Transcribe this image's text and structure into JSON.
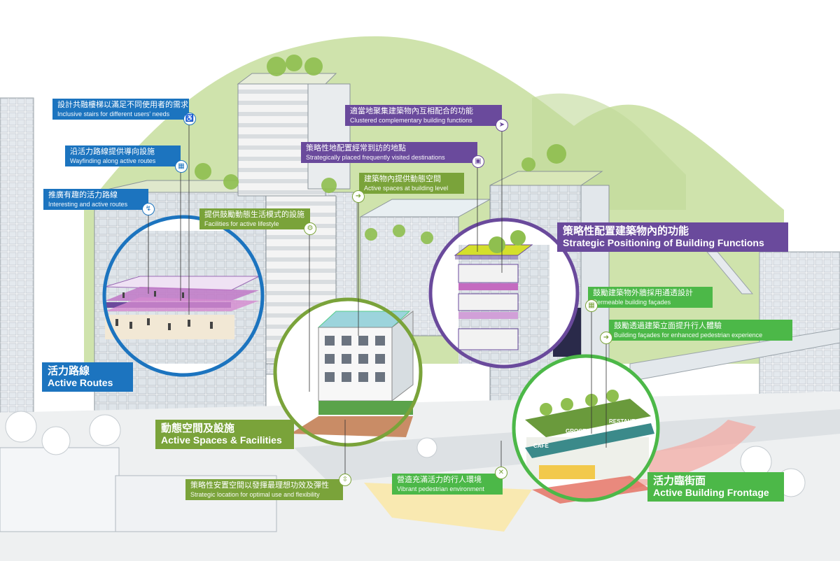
{
  "themes": {
    "active_routes": {
      "zh": "活力路線",
      "en": "Active Routes"
    },
    "active_spaces": {
      "zh": "動態空間及設施",
      "en": "Active Spaces & Facilities"
    },
    "strategic_positioning": {
      "zh": "策略性配置建築物內的功能",
      "en": "Strategic Positioning of Building Functions"
    },
    "active_frontage": {
      "zh": "活力臨街面",
      "en": "Active Building Frontage"
    }
  },
  "labels": {
    "inclusive_stairs": {
      "zh": "設計共融樓梯以滿足不同使用者的需求",
      "en": "Inclusive stairs for different users' needs"
    },
    "wayfinding": {
      "zh": "沿活力路線提供導向設施",
      "en": "Wayfinding along active routes"
    },
    "interesting_routes": {
      "zh": "推廣有趣的活力路線",
      "en": "Interesting and active routes"
    },
    "facilities_lifestyle": {
      "zh": "提供鼓勵動態生活模式的設施",
      "en": "Facilities for active lifestyle"
    },
    "clustered_functions": {
      "zh": "適當地聚集建築物內互相配合的功能",
      "en": "Clustered complementary building functions"
    },
    "strategic_destinations": {
      "zh": "策略性地配置經常到訪的地點",
      "en": "Strategically placed frequently visited destinations"
    },
    "building_level_spaces": {
      "zh": "建築物內提供動態空間",
      "en": "Active spaces at building level"
    },
    "permeable_facades": {
      "zh": "鼓勵建築物外牆採用通透設計",
      "en": "Permeable building façades"
    },
    "facades_pedestrian": {
      "zh": "鼓勵透過建築立面提升行人體驗",
      "en": "Building façades for enhanced pedestrian experience"
    },
    "strategic_location": {
      "zh": "策略性安置空間以發揮最理想功效及彈性",
      "en": "Strategic location for optimal use and flexibility"
    },
    "vibrant_environment": {
      "zh": "營造充滿活力的行人環境",
      "en": "Vibrant pedestrian environment"
    }
  },
  "signs": {
    "cafe": "CAFE",
    "grocery": "GROCERY",
    "restaurant": "RESTAURANT"
  },
  "icons": [
    "wheelchair-icon",
    "phone-map-icon",
    "stairs-icon",
    "bike-icon",
    "runner-icon",
    "shop-icon",
    "walker-icon",
    "permeable-icon",
    "walking-icon",
    "flexible-icon",
    "utensils-icon"
  ],
  "colors": {
    "blue": "#1c74bf",
    "purple": "#6a4a9c",
    "green": "#7aa33a",
    "light_green": "#4cb848"
  }
}
